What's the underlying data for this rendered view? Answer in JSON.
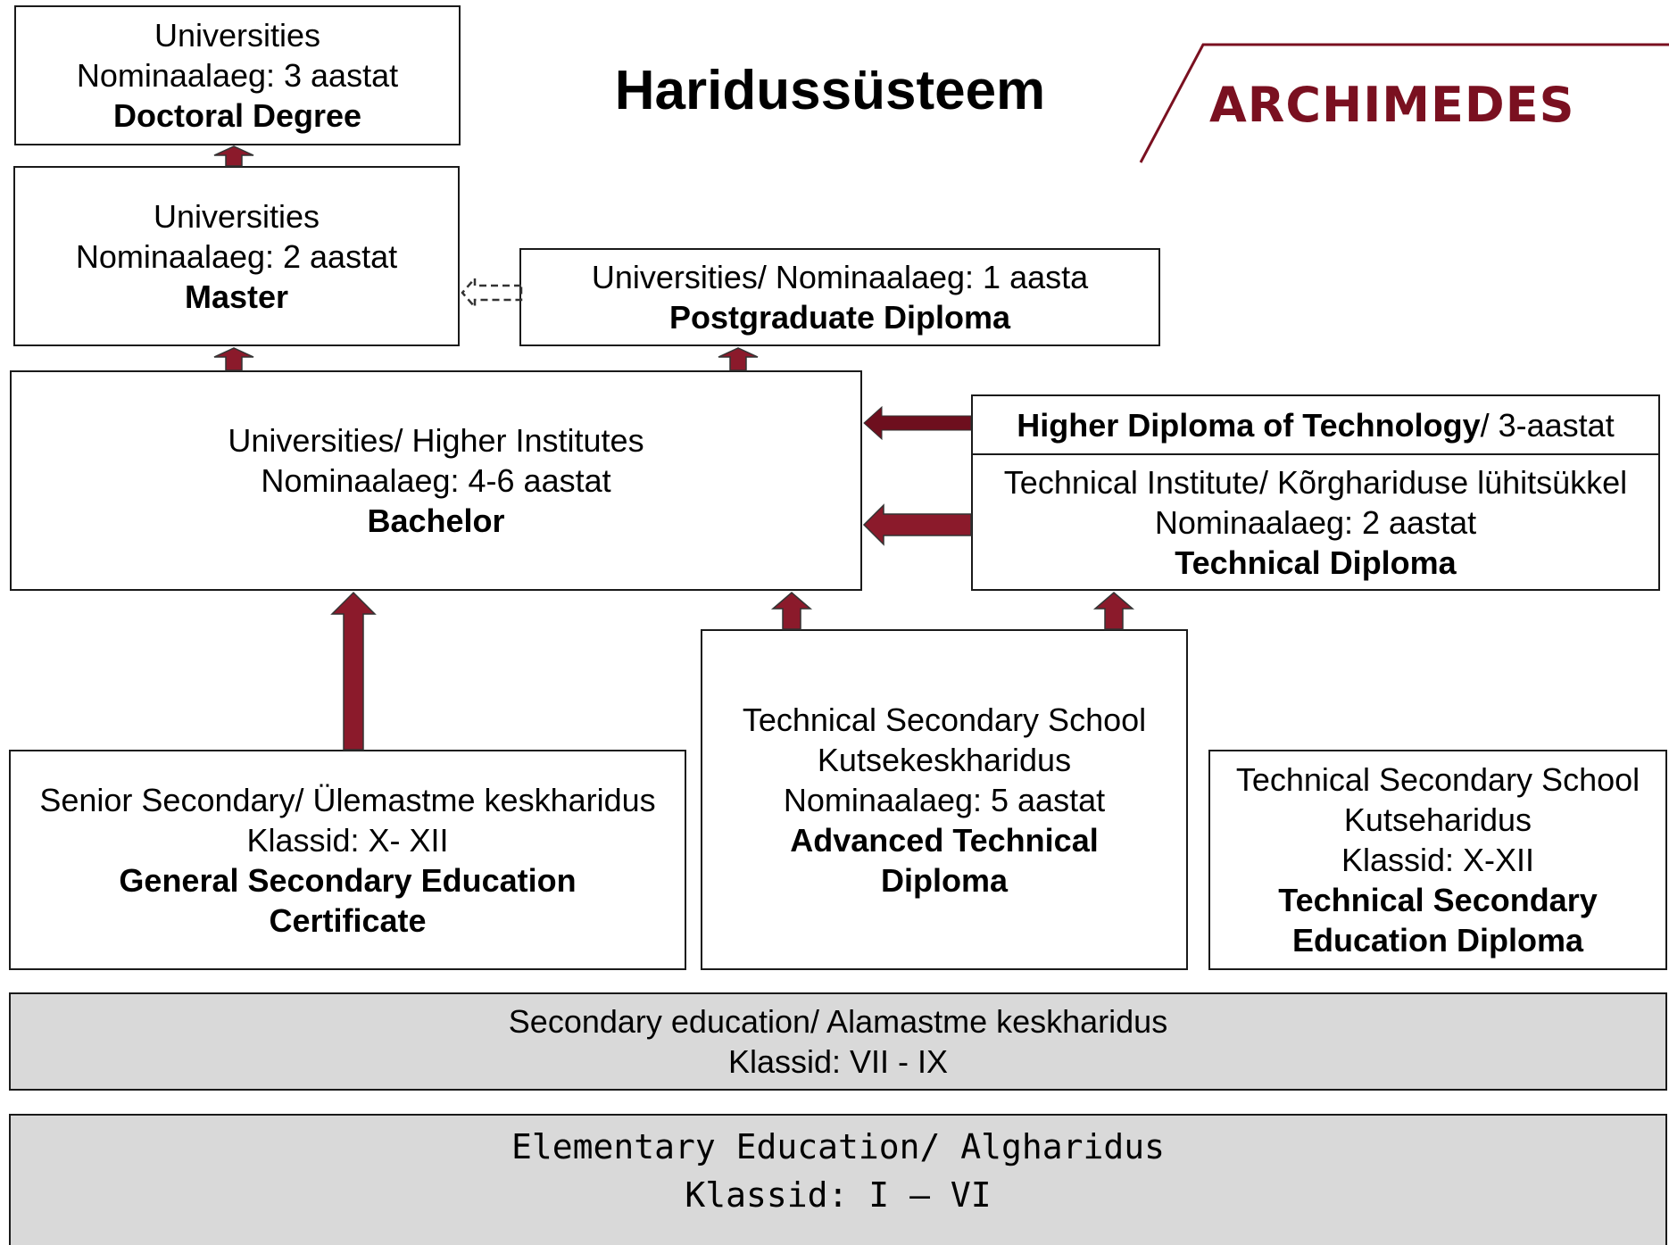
{
  "title": "Haridussüsteem",
  "logo": {
    "text": "ARCHIMEDES",
    "color": "#7a1020"
  },
  "colors": {
    "arrow": "#8b1a2b",
    "arrow_dark": "#6e0f1e",
    "gray_box": "#d9d9d9"
  },
  "doctoral": {
    "line1": "Universities",
    "line2": "Nominaalaeg: 3 aastat",
    "degree": "Doctoral Degree"
  },
  "master": {
    "line1": "Universities",
    "line2": "Nominaalaeg: 2 aastat",
    "degree": "Master"
  },
  "postgrad": {
    "line1": "Universities/ Nominaalaeg: 1 aasta",
    "degree": "Postgraduate Diploma"
  },
  "bachelor": {
    "line1": "Universities/ Higher Institutes",
    "line2": "Nominaalaeg: 4-6 aastat",
    "degree": "Bachelor"
  },
  "higher_tech": {
    "header_bold": "Higher Diploma of Technology",
    "header_rest": "/ 3-aastat",
    "line1": "Technical Institute/ Kõrghariduse lühitsükkel",
    "line2": "Nominaalaeg: 2 aastat",
    "degree": "Technical Diploma"
  },
  "senior_secondary": {
    "line1": "Senior Secondary/ Ülemastme keskharidus",
    "line2": "Klassid: X- XII",
    "degree_line1": "General Secondary Education",
    "degree_line2": "Certificate"
  },
  "tech_secondary_adv": {
    "line1": "Technical Secondary School",
    "line2": "Kutsekeskharidus",
    "line3": "Nominaalaeg: 5 aastat",
    "degree_line1": "Advanced Technical",
    "degree_line2": "Diploma"
  },
  "tech_secondary": {
    "line1": "Technical Secondary School",
    "line2": "Kutseharidus",
    "line3": "Klassid: X-XII",
    "degree_line1": "Technical Secondary",
    "degree_line2": "Education Diploma"
  },
  "secondary": {
    "line1": "Secondary education/ Alamastme keskharidus",
    "line2": "Klassid: VII - IX"
  },
  "elementary": {
    "line1": "Elementary Education/ Algharidus",
    "line2": "Klassid: I – VI"
  }
}
